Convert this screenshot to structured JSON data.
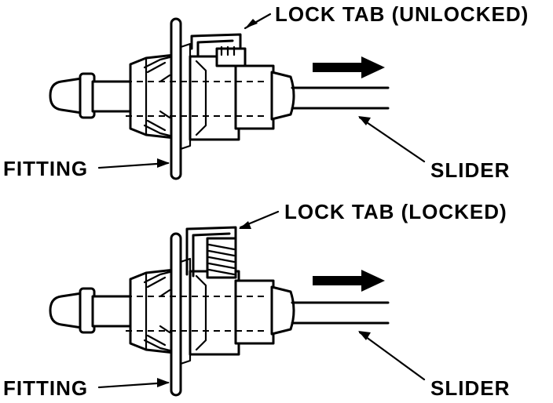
{
  "top_view": {
    "lock_tab_label": "LOCK TAB (UNLOCKED)",
    "fitting_label": "FITTING",
    "slider_label": "SLIDER"
  },
  "bottom_view": {
    "lock_tab_label": "LOCK TAB (LOCKED)",
    "fitting_label": "FITTING",
    "slider_label": "SLIDER"
  }
}
